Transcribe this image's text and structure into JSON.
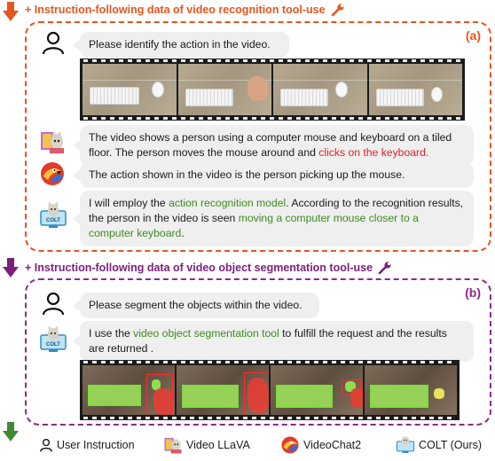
{
  "sections": [
    {
      "heading": "+ Instruction-following data of video recognition tool-use",
      "tag": "(a)",
      "user_message": "Please identify the action in the video.",
      "llava_message": {
        "prefix": "The video shows a person using a computer mouse and keyboard on a tiled floor. The person moves the mouse around and ",
        "highlight": "clicks on the keyboard."
      },
      "videochat_message": "The action shown in the video is the person picking up the mouse.",
      "colt_message": {
        "part1": "I will employ the ",
        "tool": "action recognition model",
        "part2": ". According to the recognition results, the person in the video is seen ",
        "result": "moving a computer mouse closer to a computer keyboard",
        "part3": "."
      }
    },
    {
      "heading": "+ Instruction-following data of video object segmentation tool-use",
      "tag": "(b)",
      "user_message": "Please segment the objects within the video.",
      "colt_message": {
        "part1": "I use the ",
        "tool": "video object segmentation tool",
        "part2": " to fulfill the request and the results are returned ."
      }
    }
  ],
  "legend": {
    "user": "User Instruction",
    "llava": "Video LLaVA",
    "videochat": "VideoChat2",
    "colt": "COLT (Ours)"
  },
  "icons": {
    "arrow_1": "arrow-down-icon",
    "arrow_2": "arrow-down-icon",
    "arrow_3": "arrow-down-icon",
    "wrench_1": "wrench-icon",
    "wrench_2": "wrench-icon",
    "user": "user-outline-icon",
    "llava": "llama-painter-icon",
    "videochat": "parrot-icon",
    "colt": "llama-computer-icon"
  },
  "colors": {
    "orange": "#e8541e",
    "purple": "#8a2a8a",
    "green_arrow": "#3f8a2e",
    "highlight_red": "#e0202a",
    "highlight_green": "#3e8a1e"
  },
  "colt_logo_text": "COLT"
}
